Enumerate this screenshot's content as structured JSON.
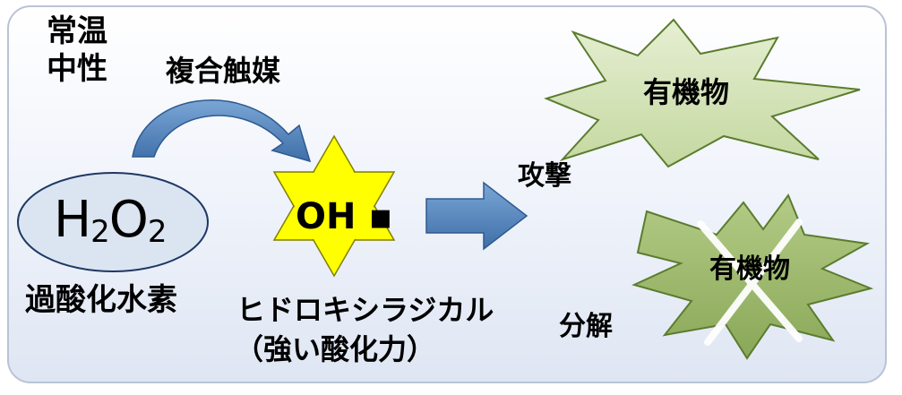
{
  "conditions": {
    "line1": "常温",
    "line2": "中性"
  },
  "catalyst_label": "複合触媒",
  "reactant": {
    "formula_h": "H",
    "sub1": "2",
    "formula_o": "O",
    "sub2": "2",
    "name": "過酸化水素"
  },
  "radical": {
    "symbol": "OH ▪",
    "name": "ヒドロキシラジカル",
    "note": "（強い酸化力）"
  },
  "action_attack": "攻撃",
  "action_decompose": "分解",
  "organic_intact": "有機物",
  "organic_decomposed": "有機物",
  "colors": {
    "star": "#ffff00",
    "arrow": "#4f81bd",
    "ellipse": "#dbe5f1",
    "burst_intact": "#d7e4bd",
    "burst_decomposed": "#9bbb59",
    "cross": "#ffffff"
  }
}
